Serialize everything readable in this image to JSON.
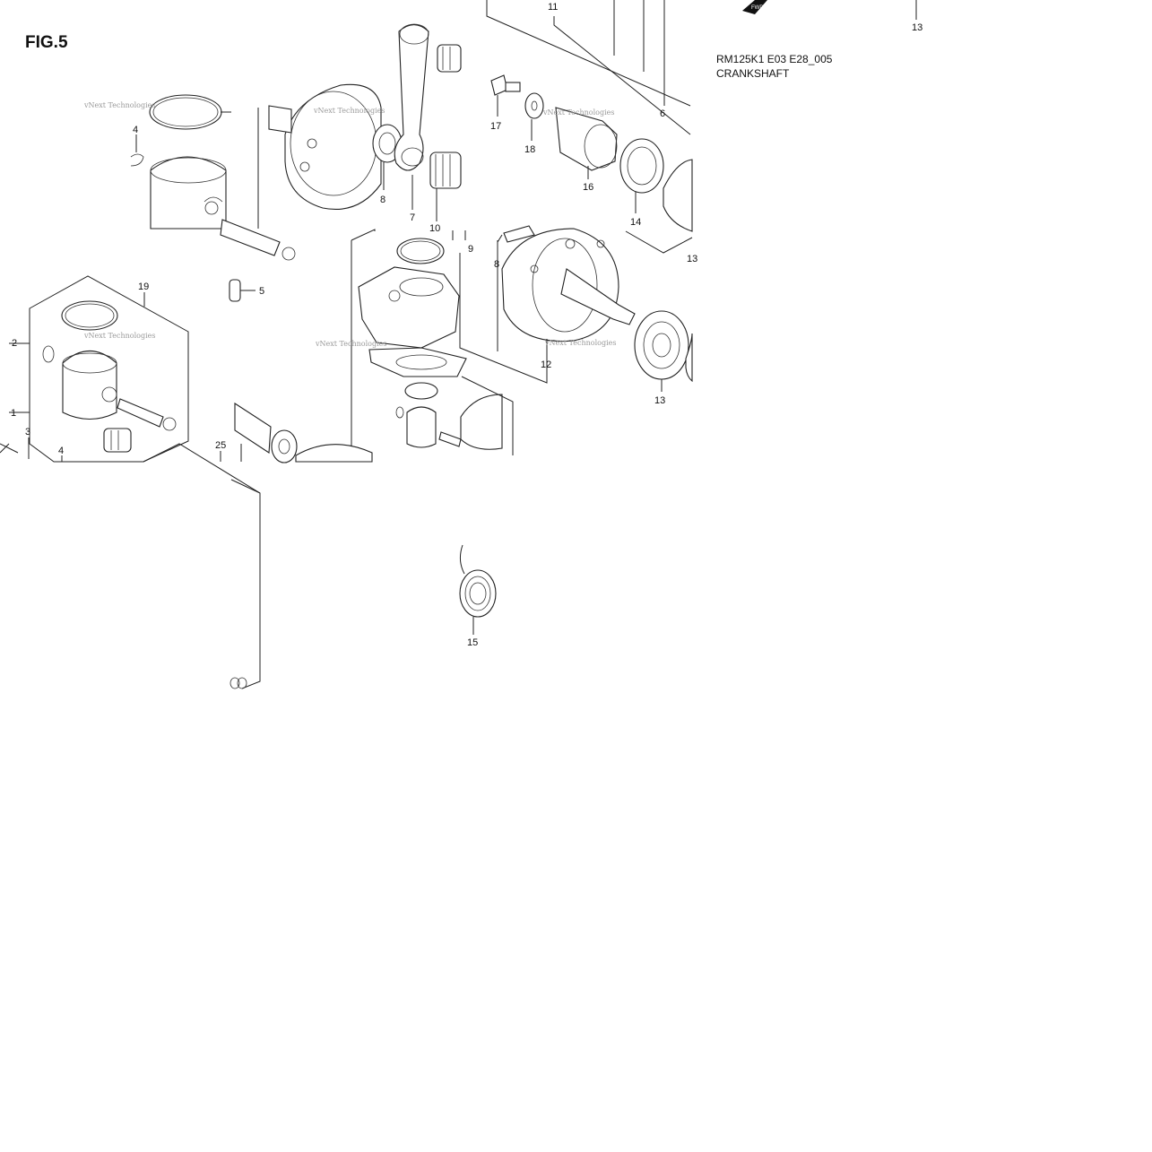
{
  "figure": {
    "label": "FIG.5",
    "model_code": "RM125K1 E03 E28_005",
    "caption": "CRANKSHAFT"
  },
  "watermark": "vNext Technologies",
  "callouts": [
    "1",
    "2",
    "3",
    "4",
    "4",
    "5",
    "6",
    "7",
    "8",
    "8",
    "9",
    "10",
    "11",
    "12",
    "13",
    "13",
    "13",
    "14",
    "15",
    "16",
    "17",
    "18",
    "19",
    "25"
  ],
  "fwd_arrow_text": "FWD",
  "colors": {
    "line": "#222222",
    "watermark": "#9a9a9a",
    "background": "#ffffff"
  }
}
